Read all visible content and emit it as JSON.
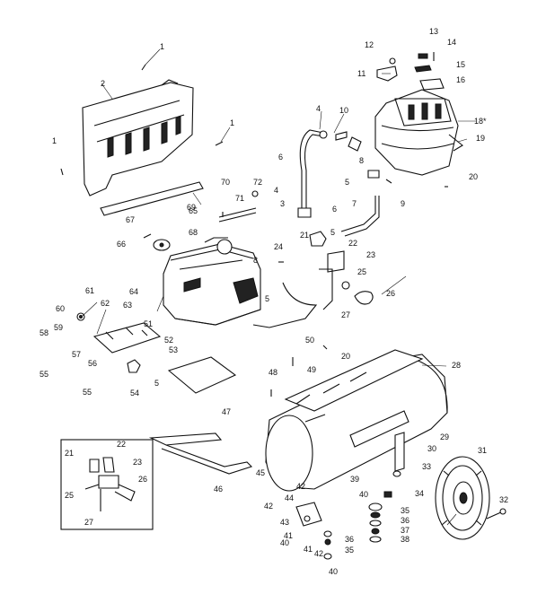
{
  "labels": [
    "1",
    "2",
    "1",
    "1",
    "4",
    "10",
    "6",
    "4",
    "3",
    "12",
    "13",
    "14",
    "11",
    "15",
    "16",
    "18*",
    "19",
    "8",
    "5",
    "20",
    "9",
    "7",
    "6",
    "5",
    "21",
    "22",
    "23",
    "24",
    "8",
    "25",
    "26",
    "27",
    "5",
    "69",
    "70",
    "71",
    "72",
    "67",
    "68",
    "66",
    "65",
    "64",
    "61",
    "62",
    "63",
    "60",
    "59",
    "58",
    "57",
    "55",
    "56",
    "51",
    "52",
    "53",
    "5",
    "54",
    "55",
    "50",
    "20",
    "49",
    "28",
    "47",
    "48",
    "29",
    "30",
    "31",
    "32",
    "33",
    "34",
    "35",
    "36",
    "37",
    "38",
    "36",
    "35",
    "39",
    "40",
    "41",
    "42",
    "43",
    "44",
    "42",
    "40",
    "41",
    "42",
    "40",
    "45",
    "46",
    "21",
    "22",
    "23",
    "26",
    "25",
    "27"
  ]
}
